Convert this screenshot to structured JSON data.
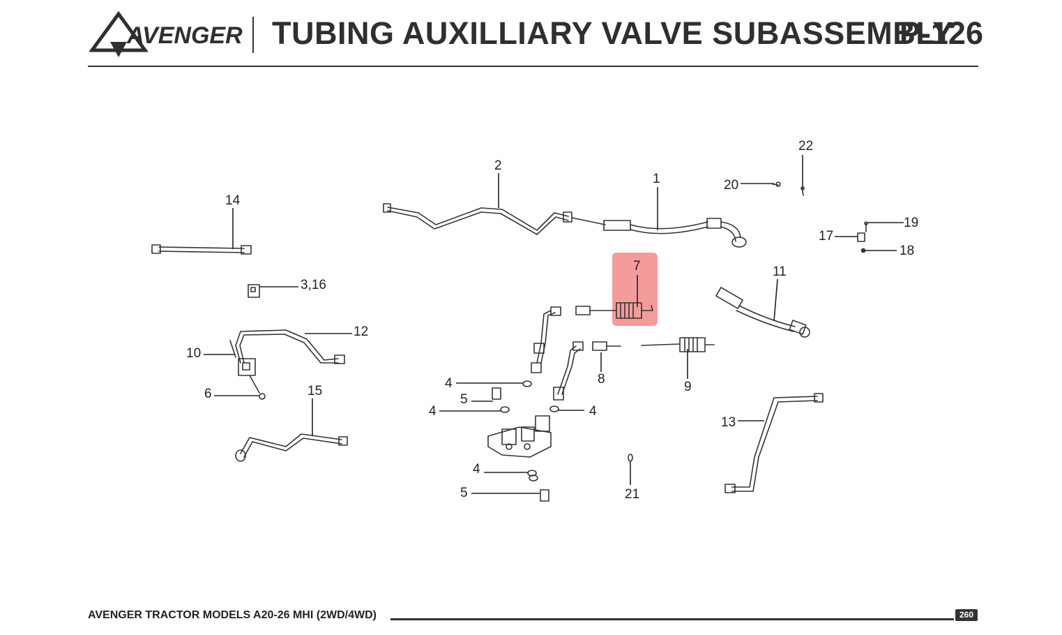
{
  "header": {
    "brand": "AVENGER",
    "title": "TUBING AUXILLIARY VALVE SUBASSEMBLY",
    "page_code": "P-126"
  },
  "callouts": {
    "c1": "1",
    "c2": "2",
    "c316": "3,16",
    "c4a": "4",
    "c4b": "4",
    "c4c": "4",
    "c4d": "4",
    "c5a": "5",
    "c5b": "5",
    "c6": "6",
    "c7": "7",
    "c8": "8",
    "c9": "9",
    "c10": "10",
    "c11": "11",
    "c12": "12",
    "c13": "13",
    "c14": "14",
    "c15": "15",
    "c17": "17",
    "c18": "18",
    "c19": "19",
    "c20": "20",
    "c21": "21",
    "c22": "22"
  },
  "highlight": {
    "part": "7",
    "color": "#f28b8b"
  },
  "footer": {
    "text": "AVENGER TRACTOR MODELS A20-26 MHI (2WD/4WD)",
    "page_number": "260"
  }
}
